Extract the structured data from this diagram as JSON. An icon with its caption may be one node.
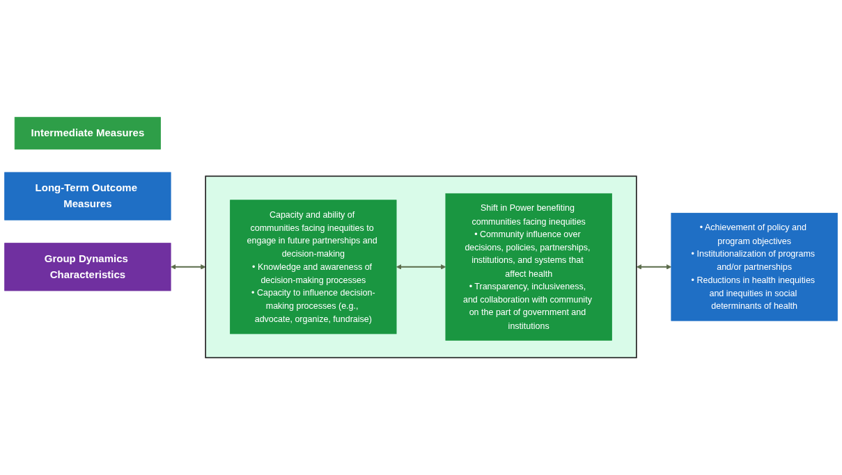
{
  "diagram": {
    "nodes": [
      {
        "text": [
          "Intermediate Measures"
        ]
      },
      {
        "text": [
          "Long-Term Outcome Measures"
        ]
      },
      {
        "text": [
          "Group Dynamics Characteristics"
        ]
      },
      {
        "text": [],
        "shape": "box"
      },
      {
        "text": [
          "Capacity and ability of communities facing inequities to engage in future partnerships and decision-making",
          "• Knowledge and awareness of decision-making processes",
          "• Capacity to influence decision-making processes (e.g., advocate, organize, fundraise)"
        ],
        "in": 3
      },
      {
        "text": [
          "Shift in Power benefiting communities facing inequities",
          "• Community influence over decisions, policies, partnerships, institutions, and systems that affect health",
          "• Transparency, inclusiveness, and collaboration with community on the part of government and institutions"
        ],
        "in": 3
      },
      {
        "text": [
          "• Achievement of policy and program objectives",
          "• Institutionalization of programs and/or partnerships",
          "• Reductions in health inequities and inequities in social determinants of health"
        ]
      }
    ],
    "edges": [
      {
        "from": 2,
        "to": 3,
        "arrow": "both"
      },
      {
        "from": 4,
        "to": 5,
        "arrow": "both"
      },
      {
        "from": 3,
        "to": 6,
        "arrow": "both"
      }
    ]
  }
}
